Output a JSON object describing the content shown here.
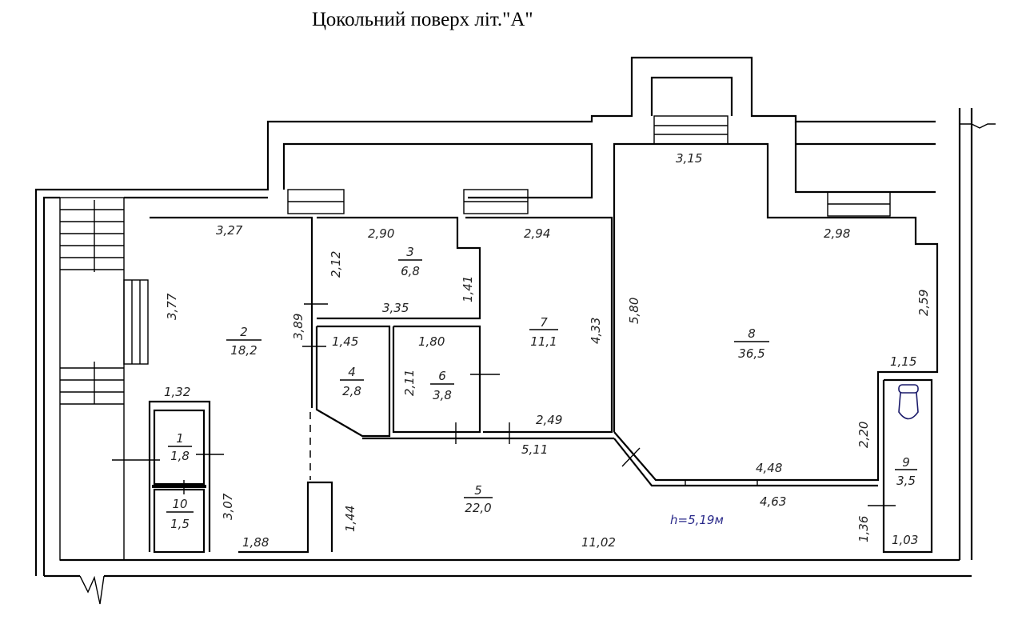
{
  "title": "Цокольний поверх літ.\"А\"",
  "ceiling_height": "h=5,19м",
  "rooms": [
    {
      "number": "1",
      "area": "1,8"
    },
    {
      "number": "2",
      "area": "18,2"
    },
    {
      "number": "3",
      "area": "6,8"
    },
    {
      "number": "4",
      "area": "2,8"
    },
    {
      "number": "5",
      "area": "22,0"
    },
    {
      "number": "6",
      "area": "3,8"
    },
    {
      "number": "7",
      "area": "11,1"
    },
    {
      "number": "8",
      "area": "36,5"
    },
    {
      "number": "9",
      "area": "3,5"
    },
    {
      "number": "10",
      "area": "1,5"
    }
  ],
  "dimensions": {
    "r2_top": "3,27",
    "r2_left": "3,77",
    "r2_right": "3,89",
    "r2_notch": "1,32",
    "r2_lower": "3,07",
    "r2_bottom": "1,88",
    "r3_top": "2,90",
    "r3_left": "2,12",
    "r3_right": "1,41",
    "r3_bottom": "3,35",
    "r4_top": "1,45",
    "r6_top": "1,80",
    "r6_left": "2,11",
    "r7_top": "2,94",
    "r7_right": "4,33",
    "r7_bottom": "2,49",
    "corridor": "5,11",
    "r8_top": "3,15",
    "r8_top2": "2,98",
    "r8_left": "5,80",
    "r8_right": "2,59",
    "r8_step": "1,15",
    "r8_lower": "2,20",
    "r8_bottom": "4,48",
    "r5_top": "4,63",
    "r5_left": "1,44",
    "r5_bottom": "11,02",
    "r5_right": "1,36",
    "r9_bottom": "1,03"
  }
}
